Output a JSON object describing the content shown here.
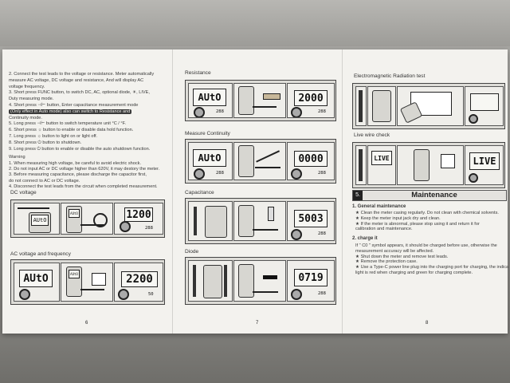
{
  "page1": {
    "instructions": [
      "2. Connect the test leads to the voltage or resistance. Meter automatically",
      "measure AC voltage, DC voltage and resistance, And will display AC",
      "voltage frequency.",
      "3. Short press FUNC button, to switch DC, AC, optional diode, ☀, LIVE,",
      "Duty measuring mode.",
      "4. Short press ⊣⊢ button, Enter capacitance measurement mode",
      "(Only effect in Auto mode) also can switch to Resistance and",
      "Continuity mode.",
      "5. Long press ⊣⊢ button to switch temperature unit °C / °F.",
      "6. Short press ☼ button to enable or disable data hold function.",
      "7. Long press ☼ button to light on or light off.",
      "8. Short press ⏻ button to shutdown.",
      "9. Long press ⏻ button to enable or disable the auto shutdown function."
    ],
    "warning_title": "Warning",
    "warnings": [
      "1. When measuring high voltage, be careful to avoid electric shock.",
      "2. Do not input AC or DC voltage higher than 620V, it may destory the meter.",
      "3. Before measuring capacitance, please discharge the capacitor first,",
      "   do not connect to  AC or DC voltage.",
      "4. Disconnect the test leads from the circuit when completed measurement."
    ],
    "dc_title": "DC  voltage",
    "ac_title": "AC voltage and frequency",
    "dc_lcd_left": "AUtO",
    "dc_lcd_big": "1200",
    "dc_lcd_sub": "288",
    "ac_lcd_left": "AUtO",
    "ac_lcd_big": "2200",
    "ac_lcd_sub": "50",
    "page_number": "6"
  },
  "page2": {
    "resistance_title": "Resistance",
    "resistance_lcd_left": "AUtO",
    "resistance_lcd_big": "2000",
    "continuity_title": "Measure  Continuity",
    "continuity_lcd_left": "AUtO",
    "continuity_lcd_big": "0000",
    "capacitance_title": "Capacitance",
    "capacitance_lcd_big": "5003",
    "diode_title": "Diode",
    "diode_lcd_big": "0719",
    "sub_value": "288",
    "page_number": "7"
  },
  "page3": {
    "emr_title": "Electromagnetic Radiation test",
    "live_title": "Live wire check",
    "live_lcd_small": "LIVE",
    "live_lcd_big": "LIVE",
    "maintenance_number": "5.",
    "maintenance_title": "Maintenance",
    "general_title": "1. General maintenance",
    "general_items": [
      "★  Clean the meter casing regularly. Do not clean with chemical solvents.",
      "★  Keep the meter input jack dry and clean.",
      "★  If the meter is abnormal, please stop using it and return it for",
      "    calibration and maintenance."
    ],
    "charge_title": "2. charge it",
    "charge_items": [
      "If \" C0 \" symbol appears, it should be charged before use, otherwise the",
      "measurement accuracy will be affected.",
      "★  Shut down the meter and remove test leads.",
      "★  Remove the protection case.",
      "★  Use a Type-C power line plug into the charging port for charging,  the indicator",
      "    light is red when charging and green for charging complete."
    ],
    "page_number": "8"
  }
}
